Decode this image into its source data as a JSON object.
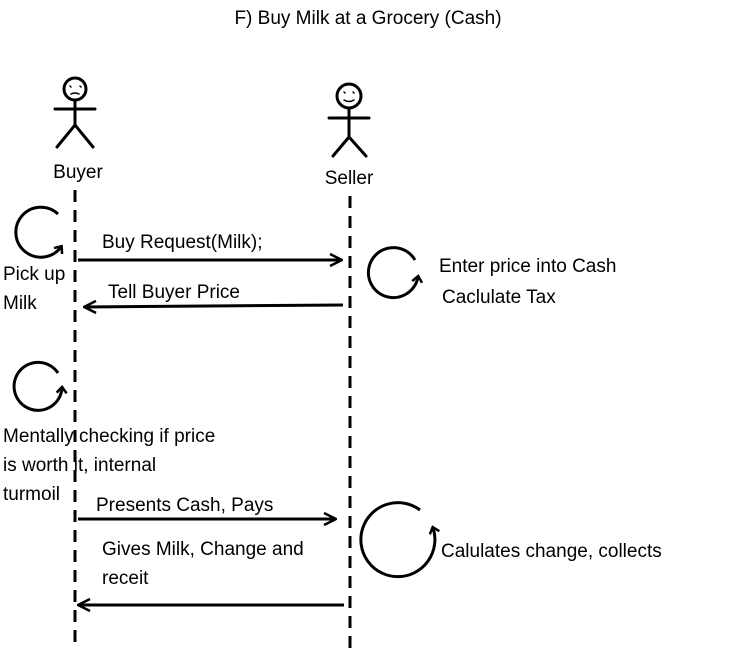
{
  "title": "F) Buy Milk at a Grocery (Cash)",
  "actors": {
    "buyer": {
      "label": "Buyer"
    },
    "seller": {
      "label": "Seller"
    }
  },
  "messages": [
    {
      "label": "Buy Request(Milk);",
      "direction": "buyer-to-seller"
    },
    {
      "label": "Tell Buyer Price",
      "direction": "seller-to-buyer"
    },
    {
      "label": "Presents Cash, Pays",
      "direction": "buyer-to-seller"
    },
    {
      "label_lines": [
        "Gives Milk, Change and",
        "receit"
      ],
      "direction": "seller-to-buyer"
    }
  ],
  "self_actions": {
    "buyer_1": {
      "lines": [
        "Pick up",
        "Milk"
      ]
    },
    "buyer_2": {
      "lines": [
        "Mentally checking if price",
        "is worth it, internal",
        "turmoil"
      ]
    },
    "seller_1": {
      "lines": [
        "Enter price into Cash",
        "Caclulate Tax"
      ]
    },
    "seller_2": {
      "lines": [
        "Calulates change, collects"
      ]
    }
  }
}
